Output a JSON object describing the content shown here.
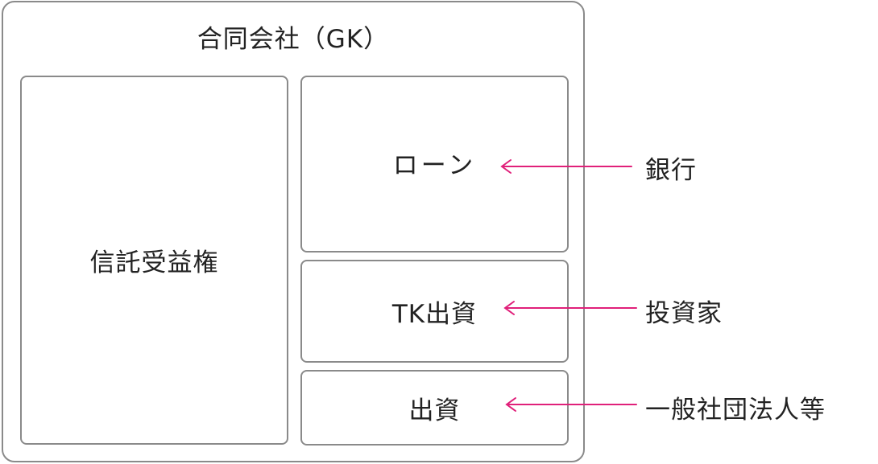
{
  "company": {
    "title": "合同会社（GK）"
  },
  "assets": {
    "label": "信託受益権"
  },
  "liabilities": [
    {
      "label": "ローン",
      "source": "銀行"
    },
    {
      "label": "TK出資",
      "source": "投資家"
    },
    {
      "label": "出資",
      "source": "一般社団法人等"
    }
  ],
  "colors": {
    "arrow": "#e0207a",
    "border": "#8a8a8a",
    "text": "#222222"
  }
}
